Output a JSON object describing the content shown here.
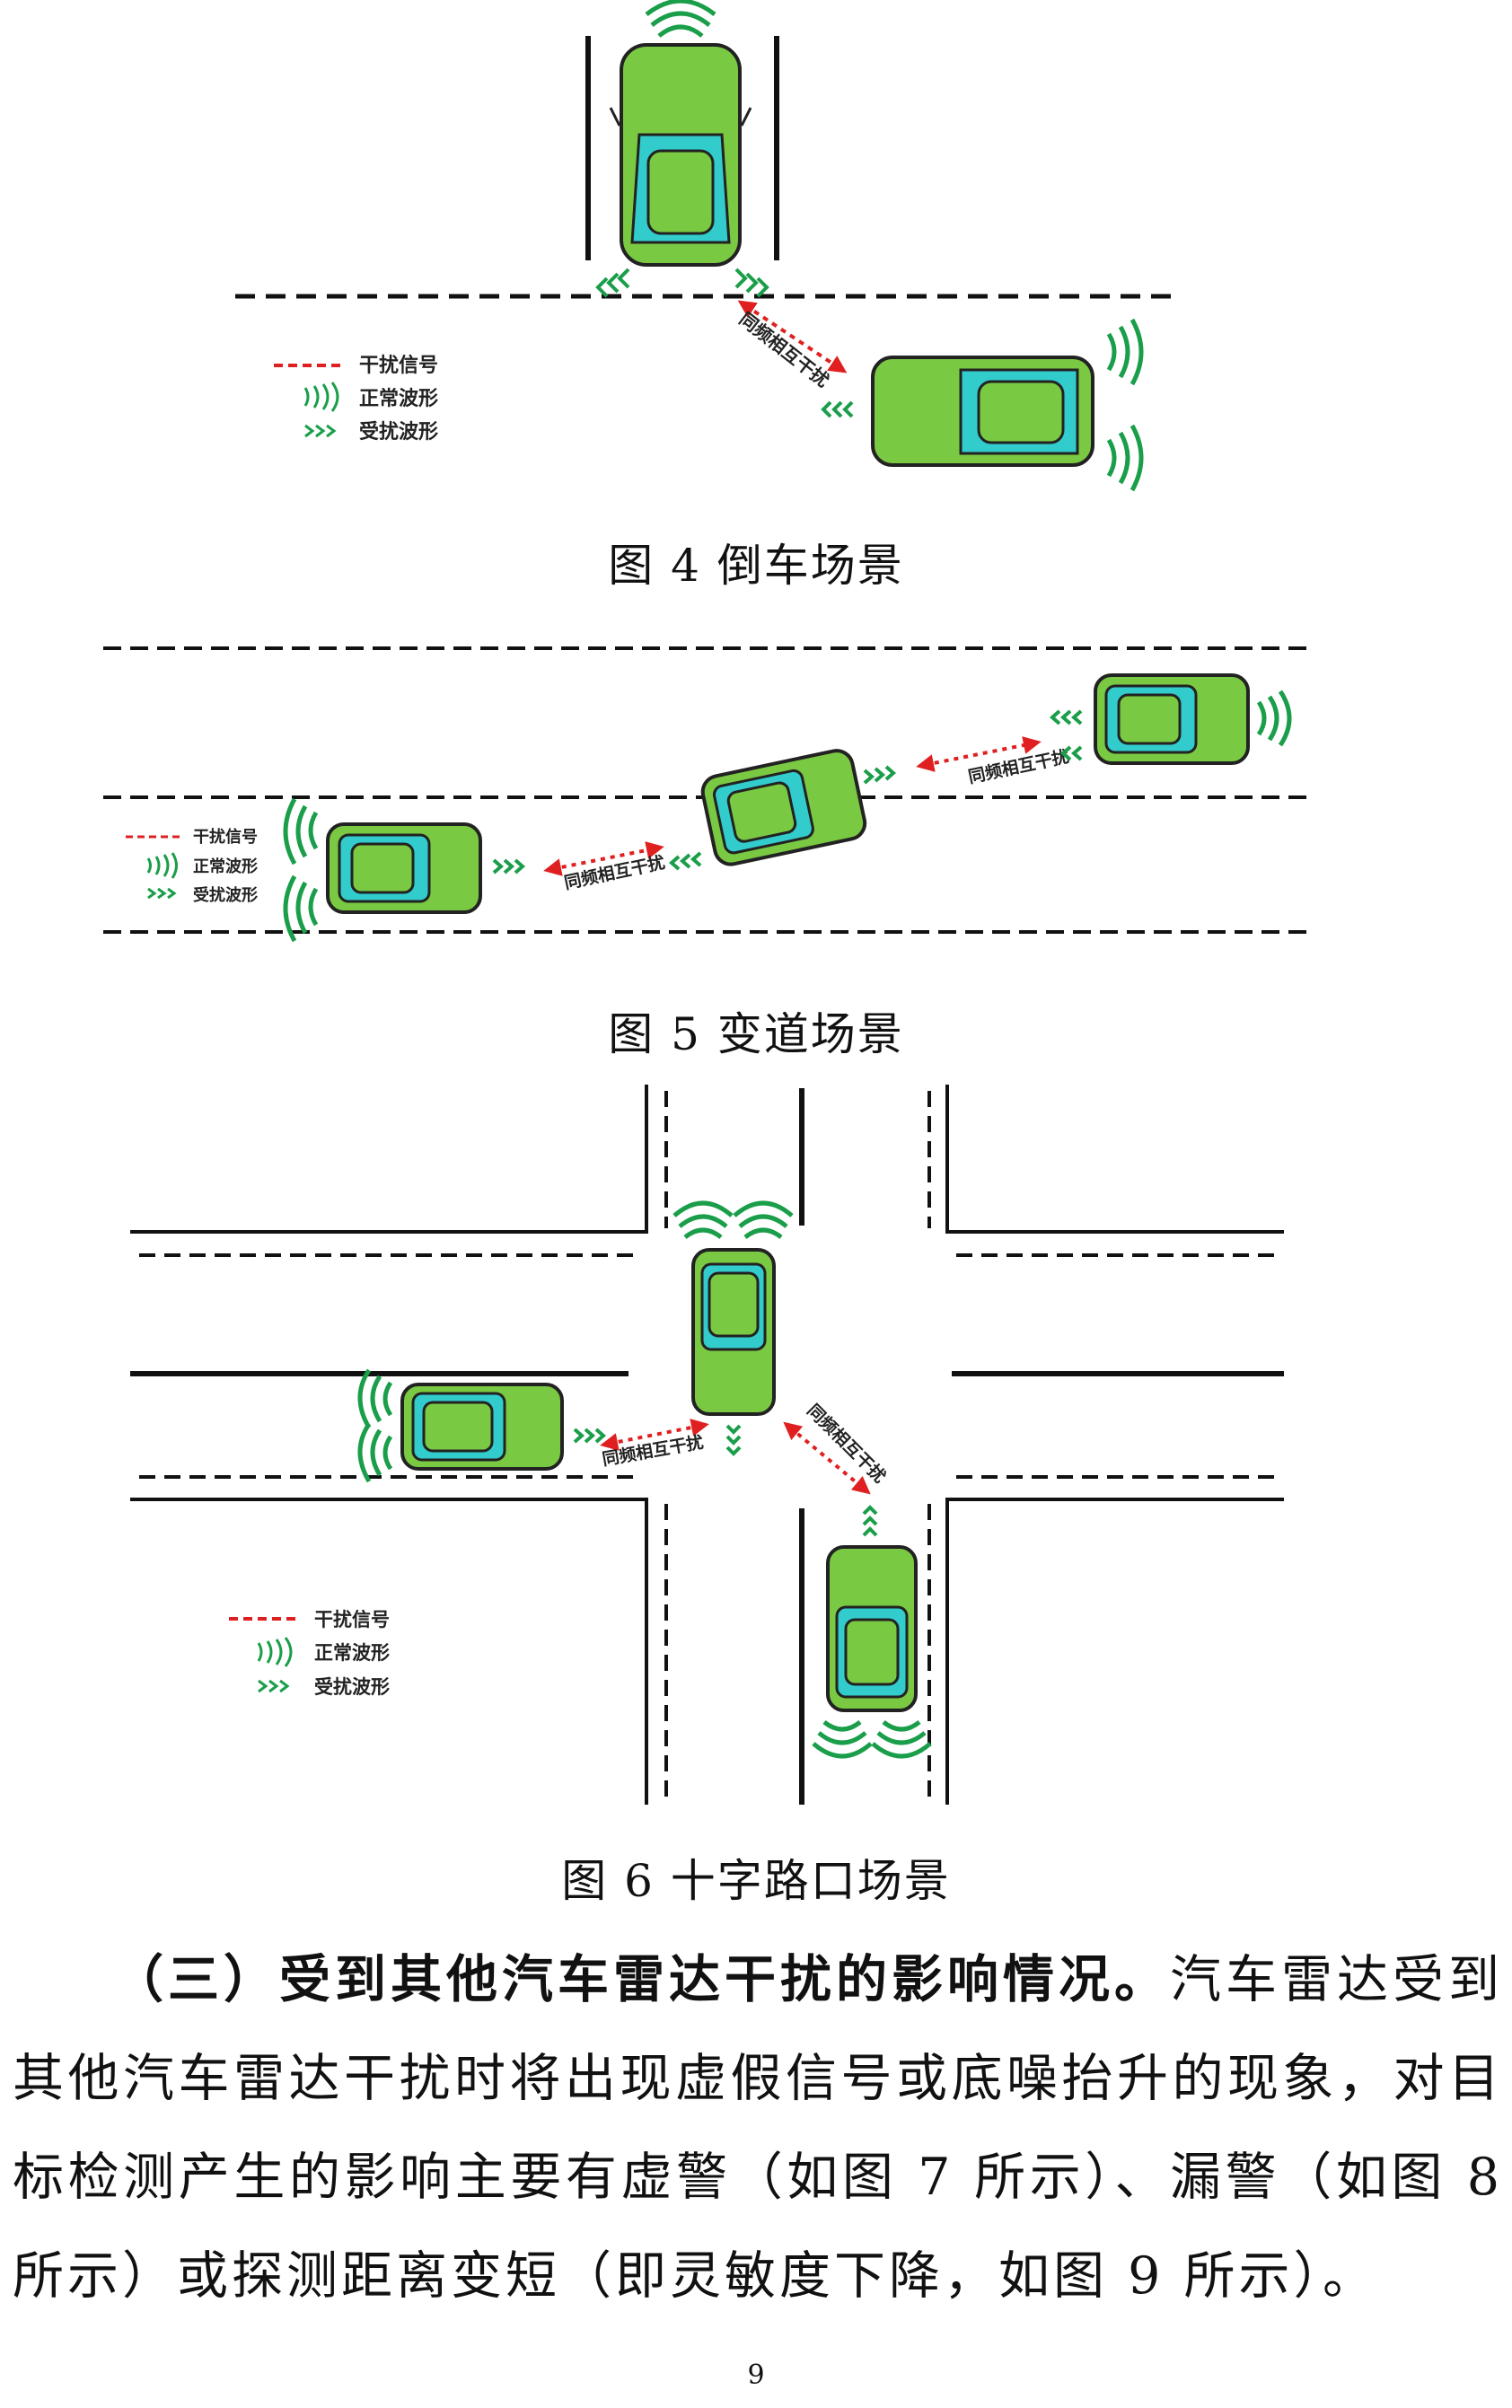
{
  "legend": {
    "interference": "干扰信号",
    "normal_wave": "正常波形",
    "disturbed_wave": "受扰波形"
  },
  "mutual_label": "同频相互干扰",
  "figures": [
    {
      "caption": "图 4  倒车场景"
    },
    {
      "caption": "图 5  变道场景"
    },
    {
      "caption": "图 6  十字路口场景"
    }
  ],
  "paragraph": {
    "heading": "（三）受到其他汽车雷达干扰的影响情况。",
    "body": "汽车雷达受到其他汽车雷达干扰时将出现虚假信号或底噪抬升的现象，对目标检测产生的影响主要有虚警（如图 7 所示）、漏警（如图 8 所示）或探测距离变短（即灵敏度下降，如图 9 所示）。"
  },
  "page_number": "9",
  "colors": {
    "car_body": "#7ac943",
    "windshield": "#33cccc",
    "wave": "#1a9e4a",
    "interference": "#e02020"
  }
}
